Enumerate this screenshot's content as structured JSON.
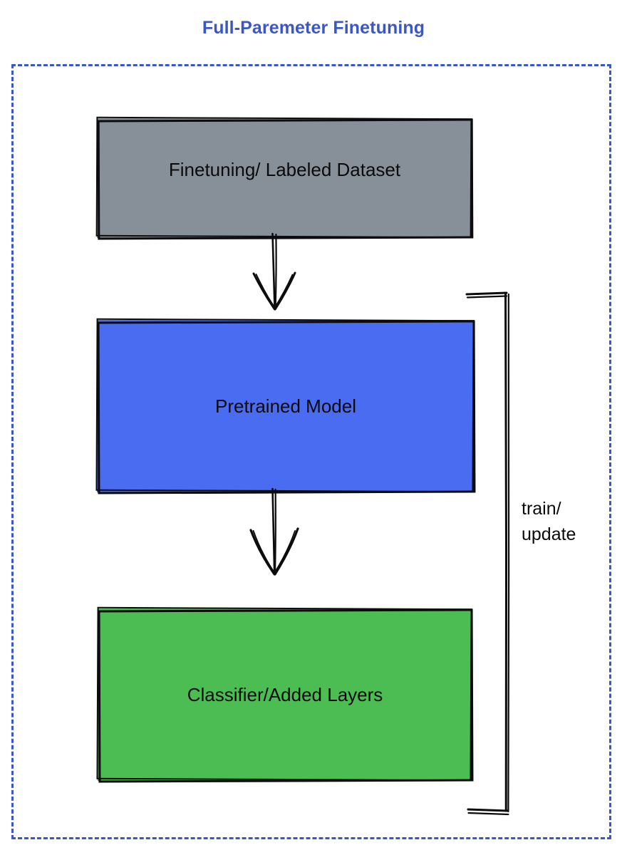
{
  "diagram": {
    "title": "Full-Paremeter Finetuning",
    "title_color": "#3b57c4",
    "frame": {
      "style": "dashed",
      "color": "#3b57c4"
    },
    "nodes": [
      {
        "id": "dataset",
        "label": "Finetuning/ Labeled Dataset",
        "fill": "#878f99",
        "stroke": "#0c0c0c",
        "shape": "rectangle"
      },
      {
        "id": "pretrained",
        "label": "Pretrained Model",
        "fill": "#4a6cf0",
        "stroke": "#0c0c0c",
        "shape": "rectangle"
      },
      {
        "id": "classifier",
        "label": "Classifier/Added Layers",
        "fill": "#4cbd52",
        "stroke": "#0c0c0c",
        "shape": "rectangle"
      }
    ],
    "edges": [
      {
        "id": "dataset-to-pretrained",
        "from": "dataset",
        "to": "pretrained",
        "label": "",
        "style": "arrow-down"
      },
      {
        "id": "pretrained-to-classifier",
        "from": "pretrained",
        "to": "classifier",
        "label": "",
        "style": "arrow-down"
      },
      {
        "id": "feedback-loop",
        "from": "classifier",
        "to": "pretrained",
        "label": "train/\nupdate",
        "style": "bracket"
      }
    ],
    "loop_label": "train/\nupdate"
  }
}
